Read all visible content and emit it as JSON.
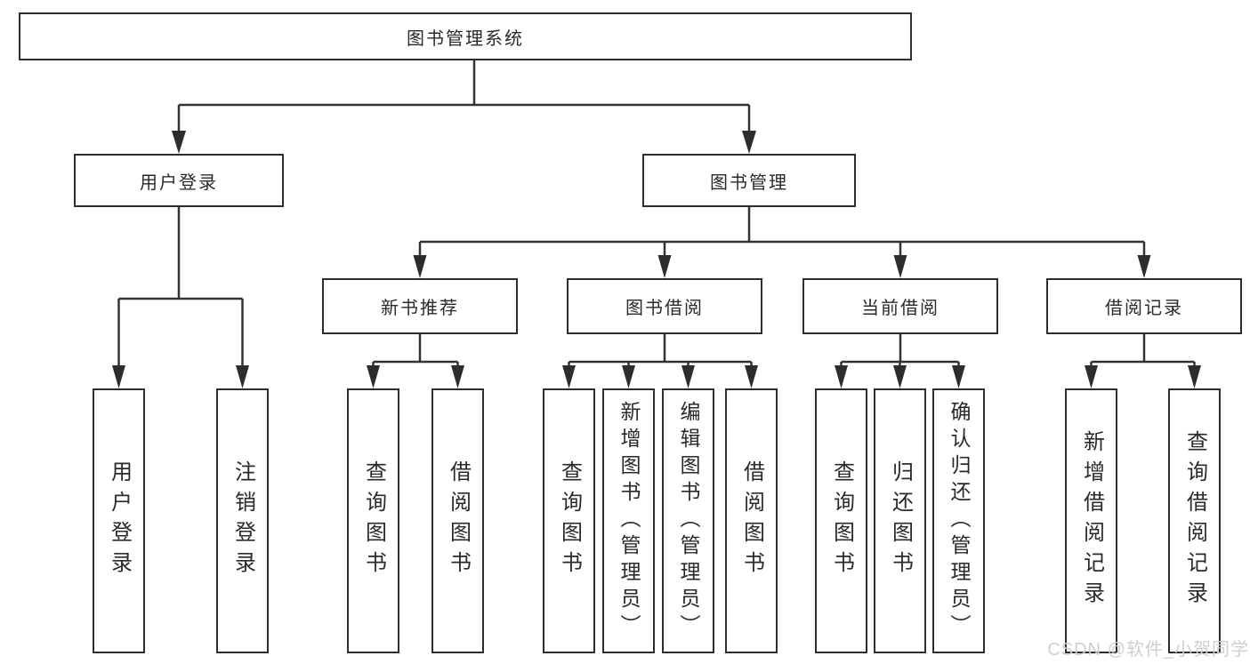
{
  "diagram_title": "图书管理系统",
  "tree": {
    "label": "图书管理系统",
    "children": [
      {
        "label": "用户登录",
        "children": [
          {
            "label": "用户登录"
          },
          {
            "label": "注销登录"
          }
        ]
      },
      {
        "label": "图书管理",
        "children": [
          {
            "label": "新书推荐",
            "children": [
              {
                "label": "查询图书"
              },
              {
                "label": "借阅图书"
              }
            ]
          },
          {
            "label": "图书借阅",
            "children": [
              {
                "label": "查询图书"
              },
              {
                "label": "新增图书（管理员）"
              },
              {
                "label": "编辑图书（管理员）"
              },
              {
                "label": "借阅图书"
              }
            ]
          },
          {
            "label": "当前借阅",
            "children": [
              {
                "label": "查询图书"
              },
              {
                "label": "归还图书"
              },
              {
                "label": "确认归还（管理员）"
              }
            ]
          },
          {
            "label": "借阅记录",
            "children": [
              {
                "label": "新增借阅记录"
              },
              {
                "label": "查询借阅记录"
              }
            ]
          }
        ]
      }
    ]
  },
  "watermark": {
    "text": "CSDN @软件_小贺同学",
    "color": "#cfcfcf"
  },
  "colors": {
    "background": "#ffffff",
    "box_border": "#2d2d2d",
    "connector_line": "#333333",
    "arrow_fill": "#2d2d2d",
    "text": "#2a2a2a"
  }
}
